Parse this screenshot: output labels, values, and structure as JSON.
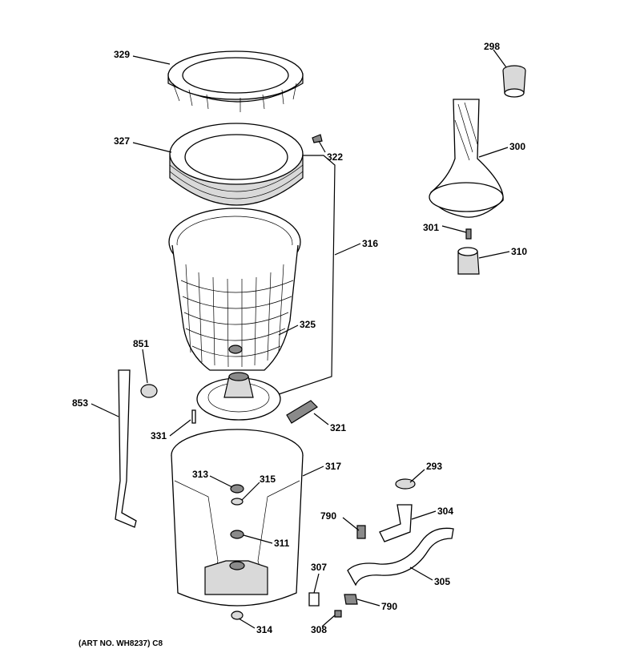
{
  "diagram": {
    "labels": {
      "l329": "329",
      "l298": "298",
      "l327": "327",
      "l322": "322",
      "l300": "300",
      "l316": "316",
      "l301": "301",
      "l310": "310",
      "l325": "325",
      "l851": "851",
      "l853": "853",
      "l321": "321",
      "l331": "331",
      "l317": "317",
      "l293": "293",
      "l313": "313",
      "l315": "315",
      "l790a": "790",
      "l304": "304",
      "l311": "311",
      "l307": "307",
      "l305": "305",
      "l790b": "790",
      "l314": "314",
      "l308": "308"
    },
    "footer": "(ART NO. WH8237) C8"
  }
}
